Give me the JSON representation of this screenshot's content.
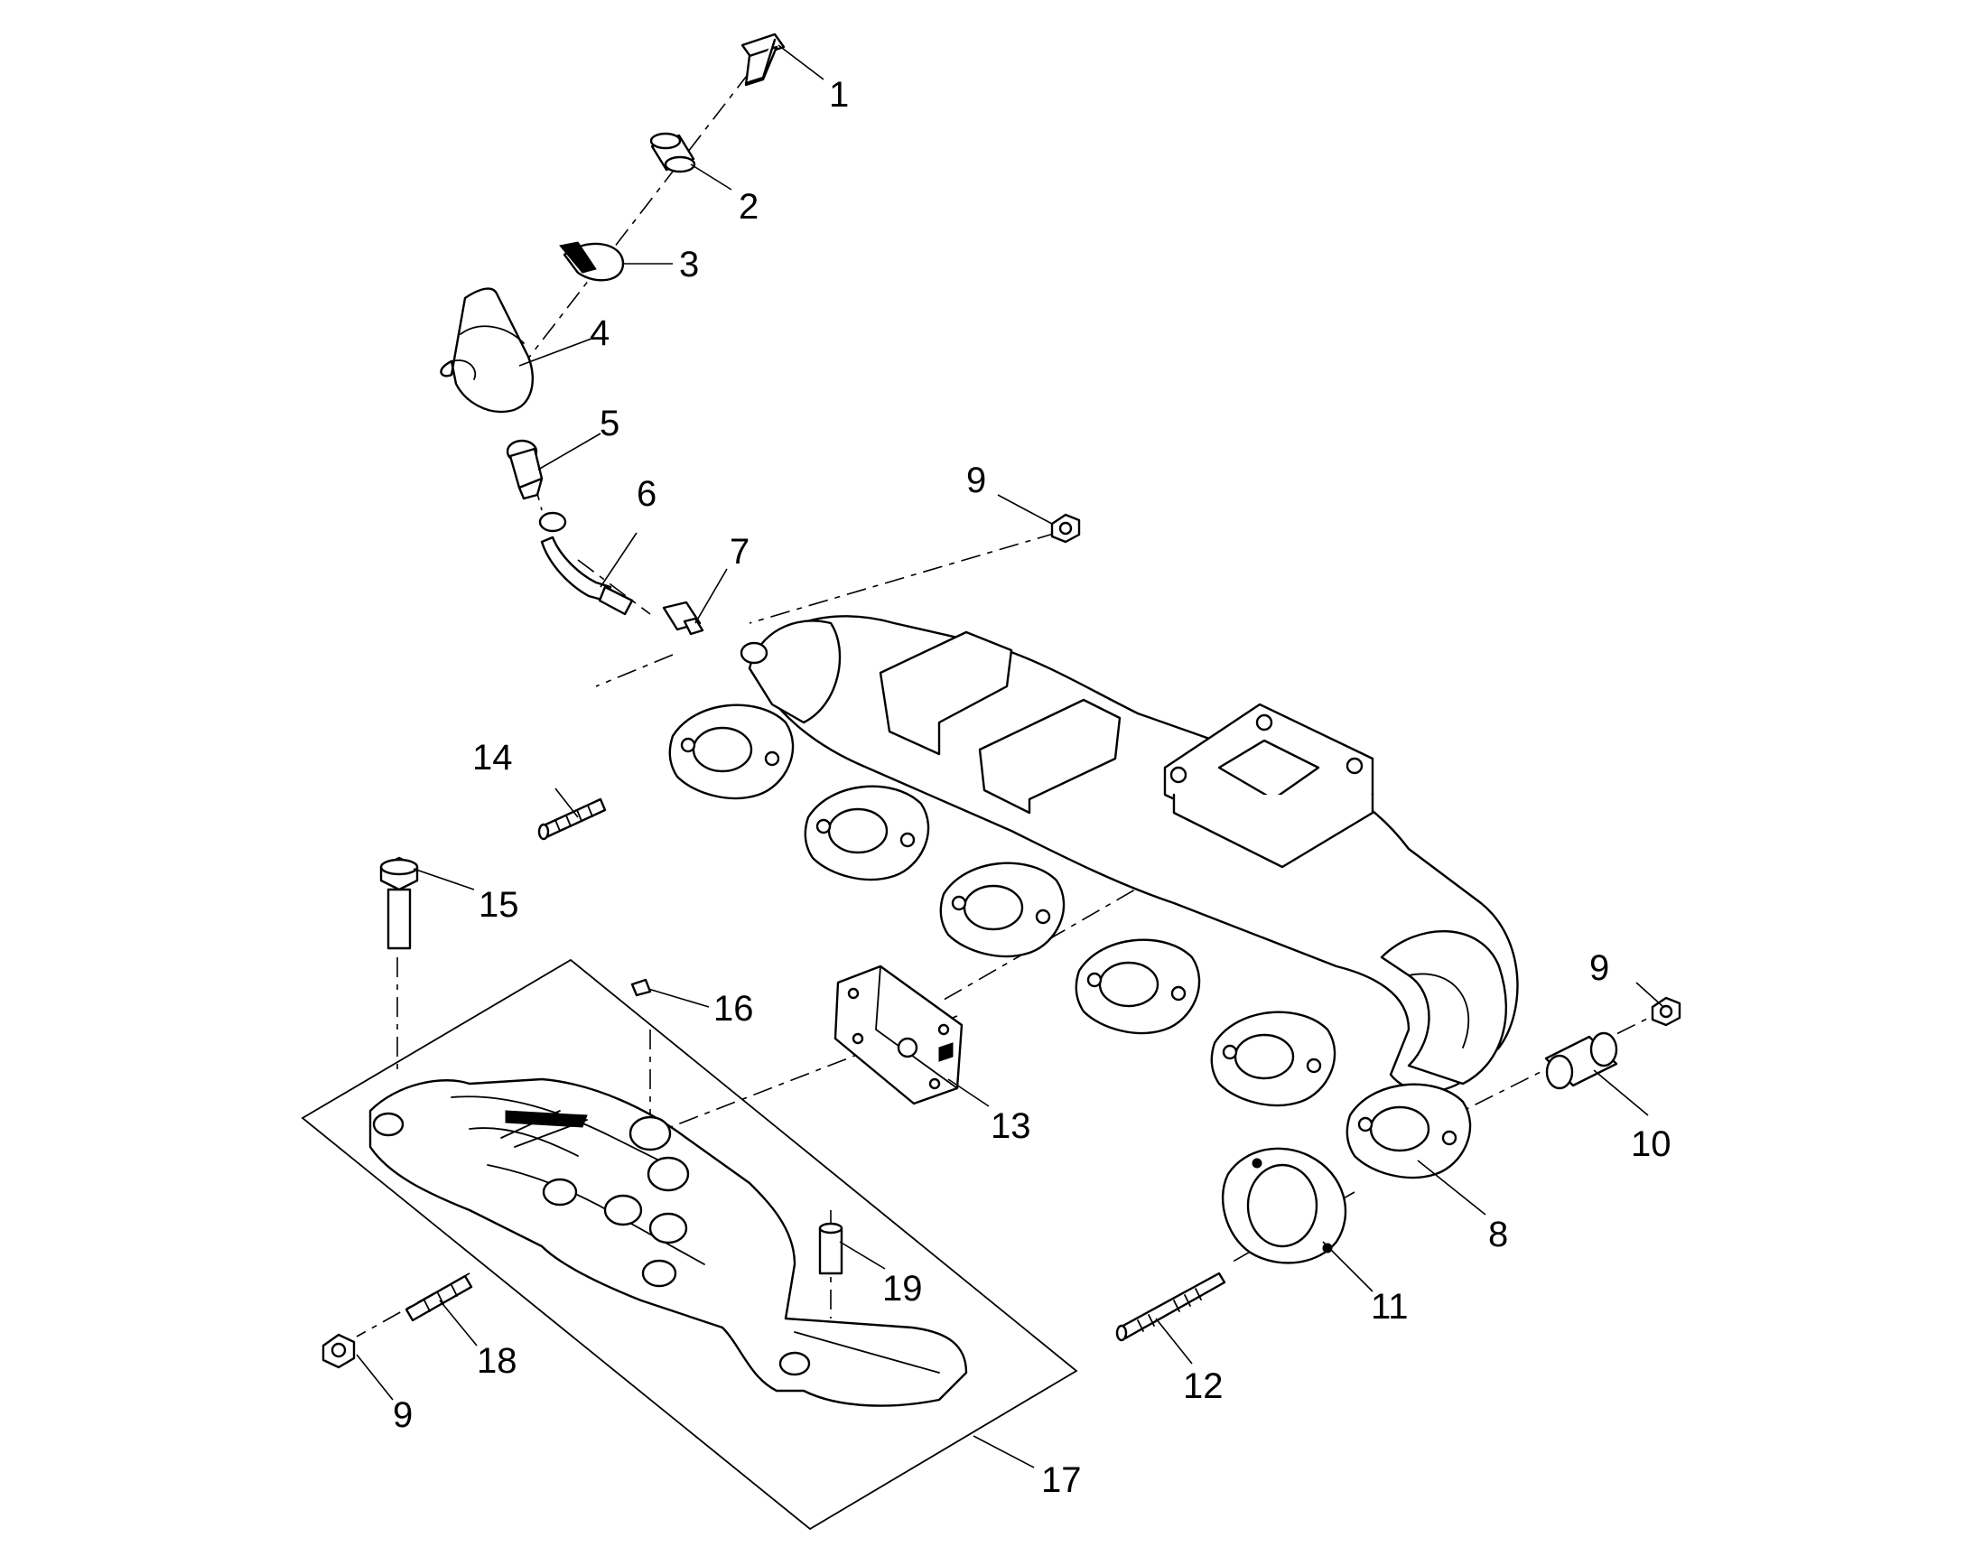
{
  "callouts": {
    "c1": "1",
    "c2": "2",
    "c3": "3",
    "c4": "4",
    "c5": "5",
    "c6": "6",
    "c7": "7",
    "c8": "8",
    "c9a": "9",
    "c9b": "9",
    "c9c": "9",
    "c10": "10",
    "c11": "11",
    "c12": "12",
    "c13": "13",
    "c14": "14",
    "c15": "15",
    "c16": "16",
    "c17": "17",
    "c18": "18",
    "c19": "19"
  },
  "colors": {
    "ink": "#000000",
    "paper": "#ffffff"
  }
}
